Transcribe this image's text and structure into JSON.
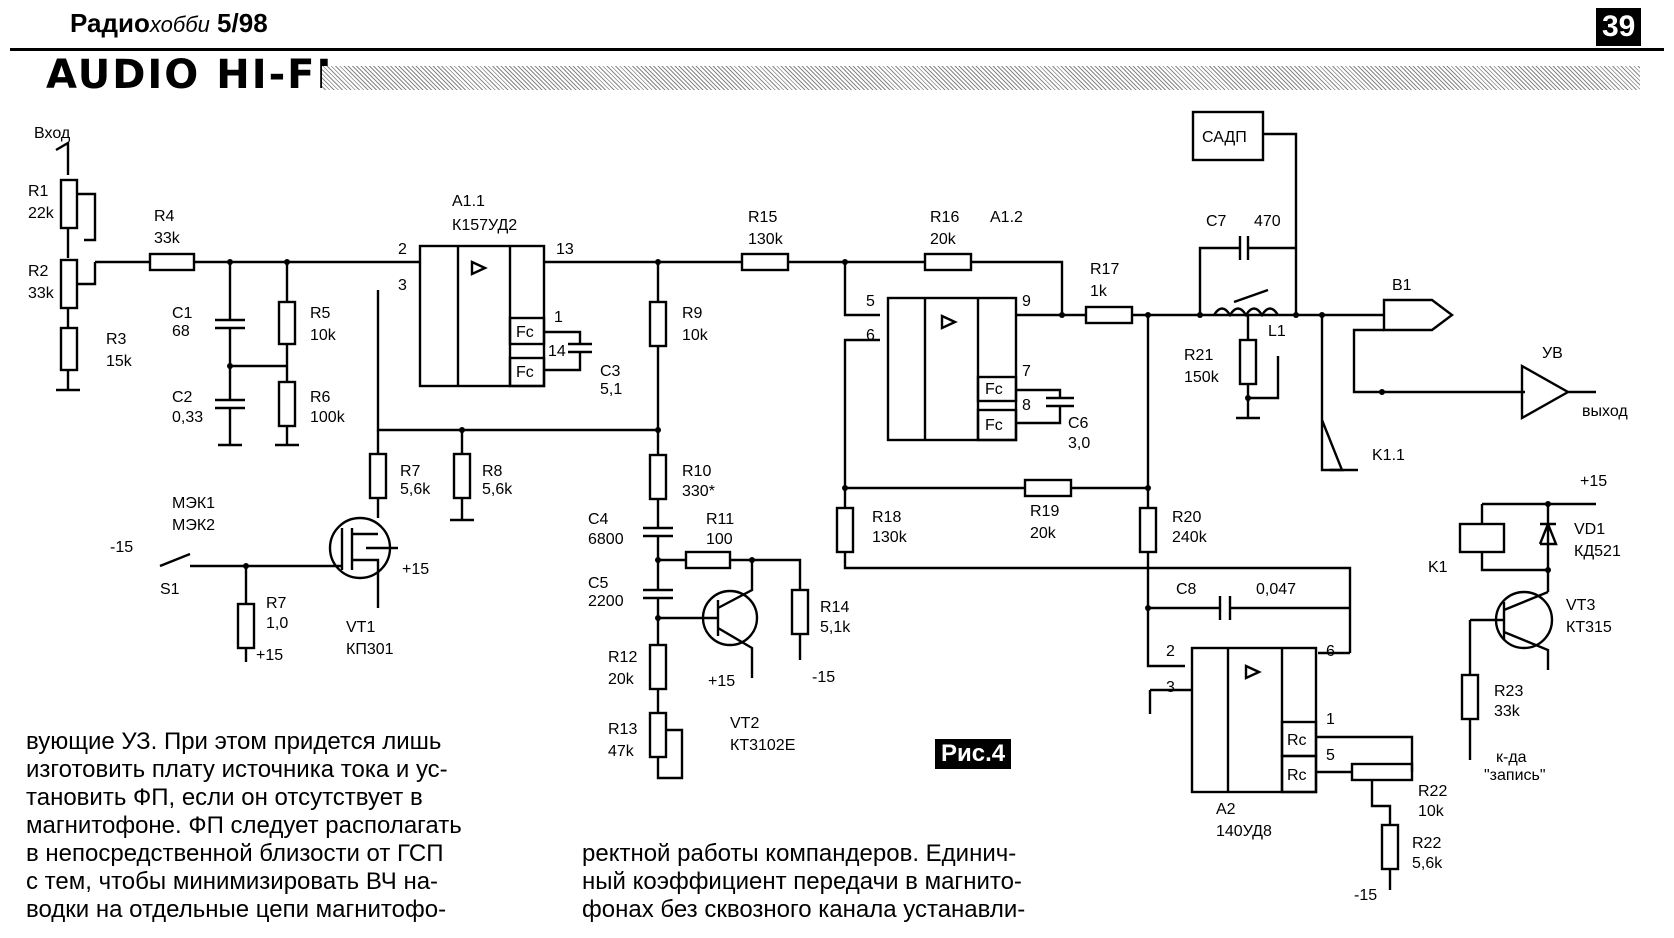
{
  "header": {
    "magazine": "Радио",
    "magazine_suffix": "хобби",
    "issue": "5/98",
    "page_number": "39"
  },
  "section": "AUDIO HI-FI",
  "figure_label": "Рис.4",
  "text_left": [
    "вующие УЗ. При этом придется лишь",
    "изготовить плату источника тока и ус-",
    "тановить ФП,  если он отсутствует в",
    "магнитофоне. ФП следует располагать",
    "в непосредственной близости от ГСП",
    "с тем, чтобы минимизировать ВЧ на-",
    "водки на отдельные цепи магнитофо-"
  ],
  "text_right": [
    "ректной работы компандеров. Единич-",
    "ный коэффициент передачи в магнито-",
    "фонах без сквозного канала устанавли-"
  ],
  "labels": {
    "input": "Вход",
    "r1": "R1",
    "r1v": "22k",
    "r2": "R2",
    "r2v": "33k",
    "r3": "R3",
    "r3v": "15k",
    "r4": "R4",
    "r4v": "33k",
    "c1": "C1",
    "c1v": "68",
    "c2": "C2",
    "c2v": "0,33",
    "r5": "R5",
    "r5v": "10k",
    "r6": "R6",
    "r6v": "100k",
    "a11": "A1.1",
    "a11t": "К157УД2",
    "p2": "2",
    "p3": "3",
    "p13": "13",
    "p1": "1",
    "p14": "14",
    "fc": "Fc",
    "c3": "C3",
    "c3v": "5,1",
    "r7": "R7",
    "r7v": "5,6k",
    "r8": "R8",
    "r8v": "5,6k",
    "mek1": "МЭК1",
    "mek2": "МЭК2",
    "m15": "-15",
    "s1": "S1",
    "r7b": "R7",
    "r7bv": "1,0",
    "p15": "+15",
    "vt1": "VT1",
    "vt1t": "КП301",
    "p15b": "+15",
    "r15": "R15",
    "r15v": "130k",
    "r9": "R9",
    "r9v": "10k",
    "r10": "R10",
    "r10v": "330*",
    "c4": "C4",
    "c4v": "6800",
    "r11": "R11",
    "r11v": "100",
    "c5": "C5",
    "c5v": "2200",
    "r14": "R14",
    "r14v": "5,1k",
    "r12": "R12",
    "r12v": "20k",
    "p15c": "+15",
    "m15b": "-15",
    "r13": "R13",
    "r13v": "47k",
    "vt2": "VT2",
    "vt2t": "КТ3102Е",
    "r16": "R16",
    "r16v": "20k",
    "a12": "A1.2",
    "p5": "5",
    "p6": "6",
    "p9": "9",
    "p7": "7",
    "p8": "8",
    "c6": "C6",
    "c6v": "3,0",
    "r17": "R17",
    "r17v": "1k",
    "r18": "R18",
    "r18v": "130k",
    "r19": "R19",
    "r19v": "20k",
    "r20": "R20",
    "r20v": "240k",
    "sadp": "САДП",
    "c7": "C7",
    "c7v": "470",
    "l1": "L1",
    "r21": "R21",
    "r21v": "150k",
    "b1": "B1",
    "uv": "УВ",
    "out": "выход",
    "k11": "K1.1",
    "c8": "C8",
    "c8v": "0,047",
    "a2": "A2",
    "a2t": "140УД8",
    "pa2": "2",
    "pa3": "3",
    "pa6": "6",
    "pa1": "1",
    "pa5": "5",
    "rc": "Rc",
    "r22": "R22",
    "r22v": "10k",
    "r22b": "R22",
    "r22bv": "5,6k",
    "m15c": "-15",
    "p15d": "+15",
    "k1": "K1",
    "vd1": "VD1",
    "vd1t": "КД521",
    "vt3": "VT3",
    "vt3t": "КТ315",
    "r23": "R23",
    "r23v": "33k",
    "rec1": "к-да",
    "rec2": "\"запись\""
  }
}
